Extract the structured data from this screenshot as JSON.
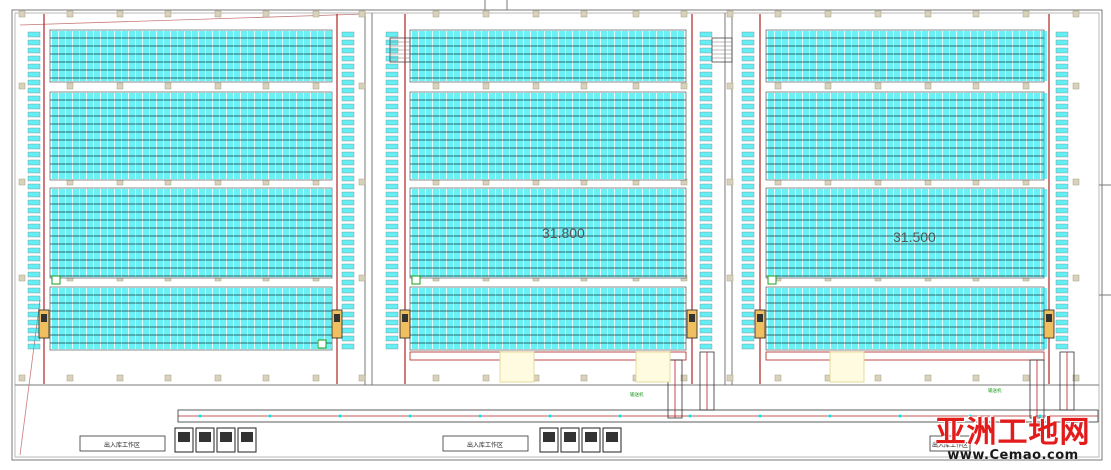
{
  "drawing": {
    "rack_color": "#00e5ee",
    "rail_color": "#b22222",
    "wall_color": "#7a7a7a",
    "column_color": "#d8d2bc",
    "areas": [
      {
        "name": "zone-left",
        "elevation": ""
      },
      {
        "name": "zone-middle",
        "elevation": "31.800"
      },
      {
        "name": "zone-right",
        "elevation": "31.500"
      }
    ],
    "bottom_labels": [
      "出入库工作区",
      "出入库工作区",
      "出入库工作区"
    ],
    "small_labels": [
      "输送机",
      "输送机"
    ]
  },
  "watermark": {
    "brand": "亚洲工地网",
    "url": "www.Cemao.com",
    "color": "#e31b1b"
  }
}
